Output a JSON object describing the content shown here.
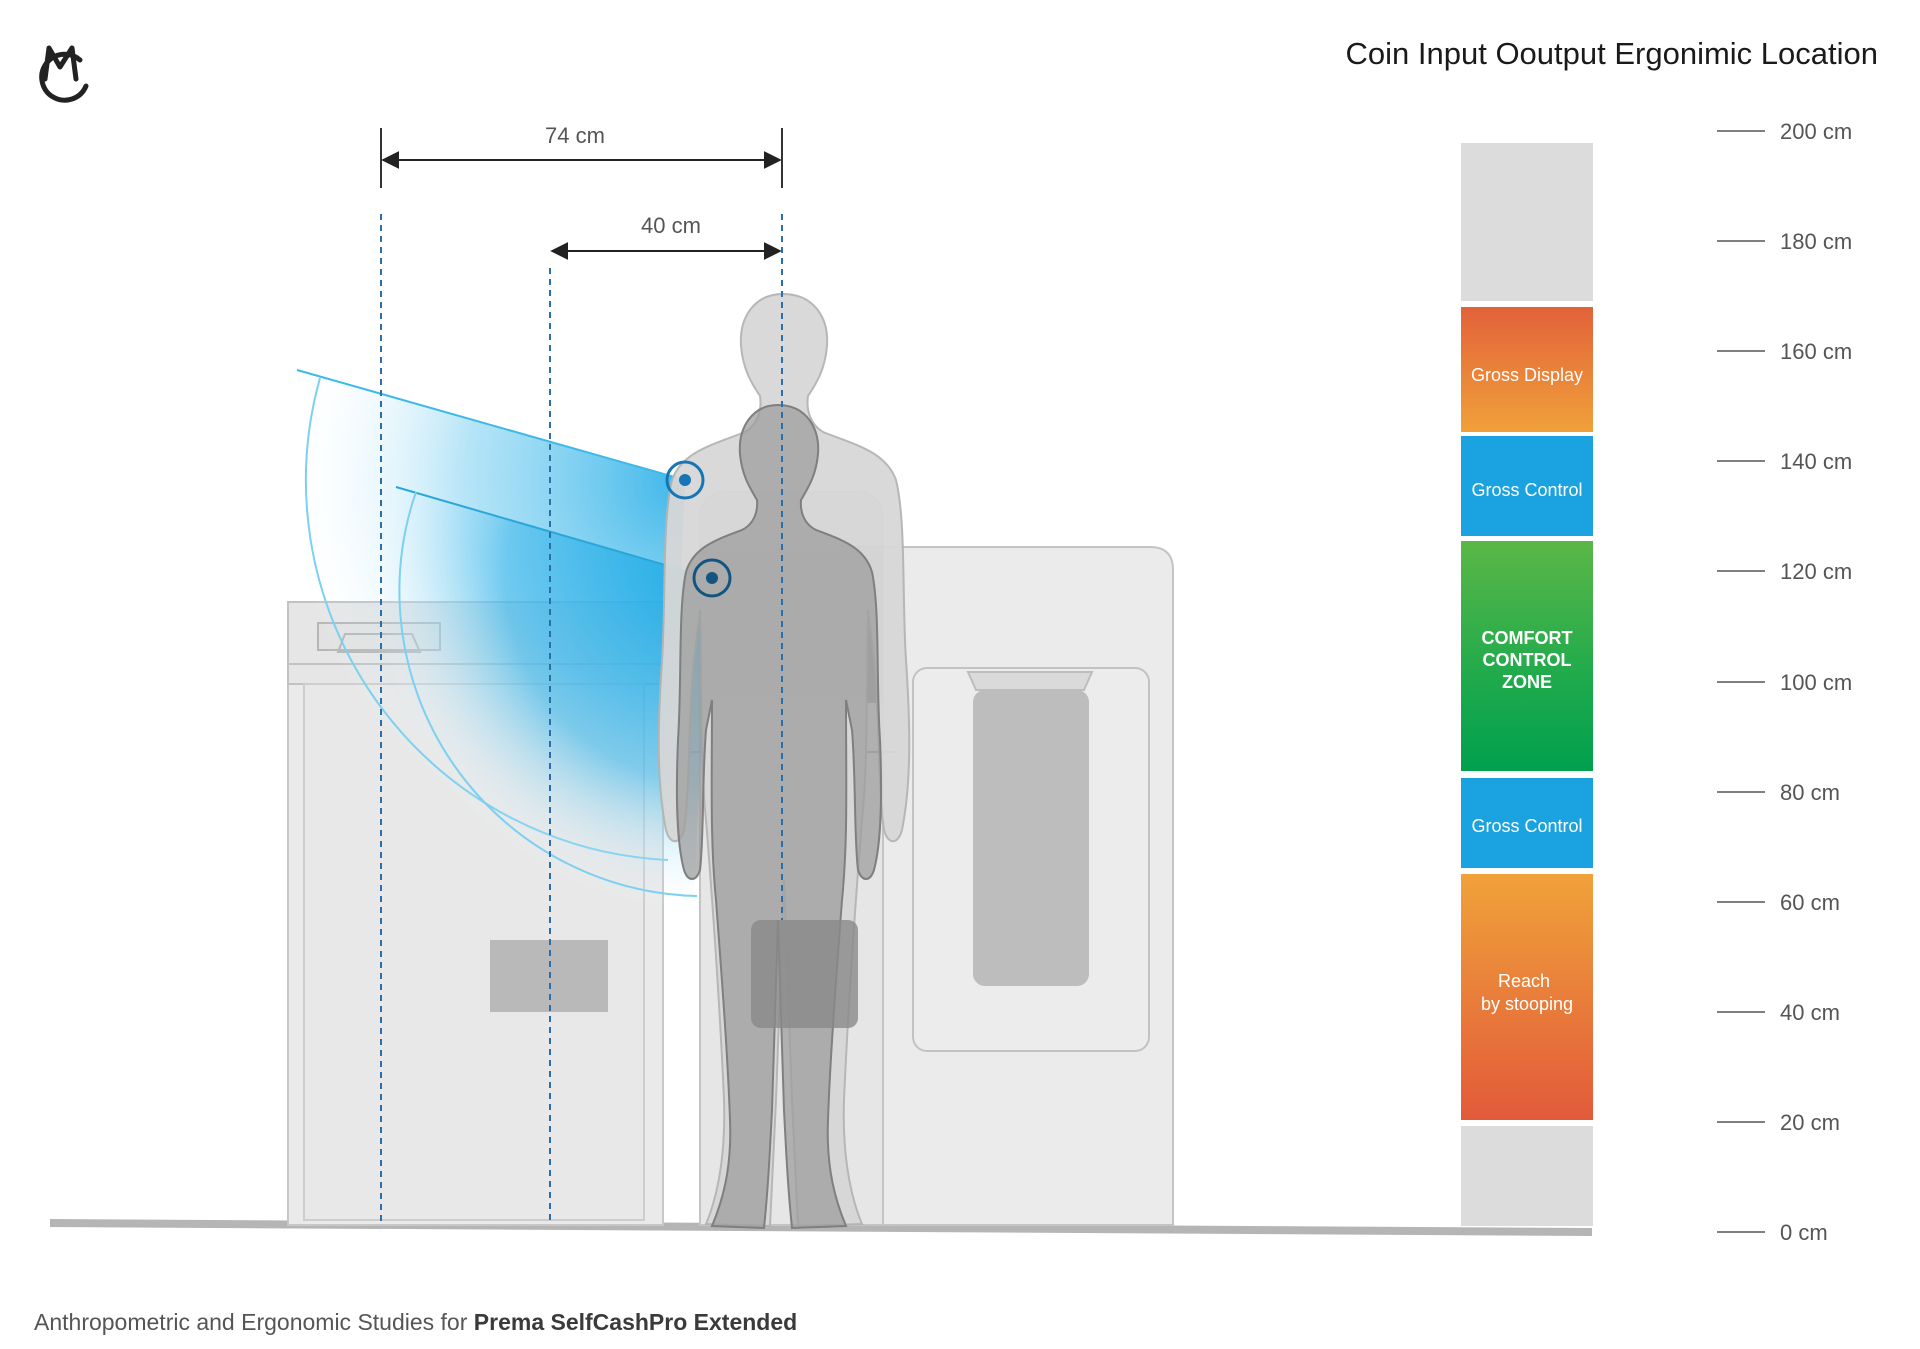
{
  "title": "Coin Input Ooutput Ergonimic Location",
  "footer": {
    "prefix": "Anthropometric and Ergonomic Studies for ",
    "product": "Prema SelfCashPro Extended"
  },
  "dimensions": {
    "outer": "74 cm",
    "inner": "40 cm"
  },
  "scale": {
    "ticks": [
      "200 cm",
      "180 cm",
      "160 cm",
      "140 cm",
      "120 cm",
      "100 cm",
      "80 cm",
      "60 cm",
      "40 cm",
      "20 cm",
      "0 cm"
    ]
  },
  "zones": {
    "gross_display": "Gross Display",
    "gross_control_upper": "Gross Control",
    "comfort_line1": "COMFORT",
    "comfort_line2": "CONTROL",
    "comfort_line3": "ZONE",
    "gross_control_lower": "Gross Control",
    "stoop_line1": "Reach",
    "stoop_line2": "by stooping"
  },
  "colors": {
    "gross_display": [
      "#e2623a",
      "#f0a03a"
    ],
    "gross_control": "#1aa3e0",
    "comfort_zone": [
      "#57b647",
      "#00a04f"
    ],
    "stooping": [
      "#f0a03a",
      "#e2603a"
    ],
    "neutral_zone": "#dcdcdc",
    "reach_blue": "#19a9e5",
    "guide_blue": "#2b6ea8"
  }
}
